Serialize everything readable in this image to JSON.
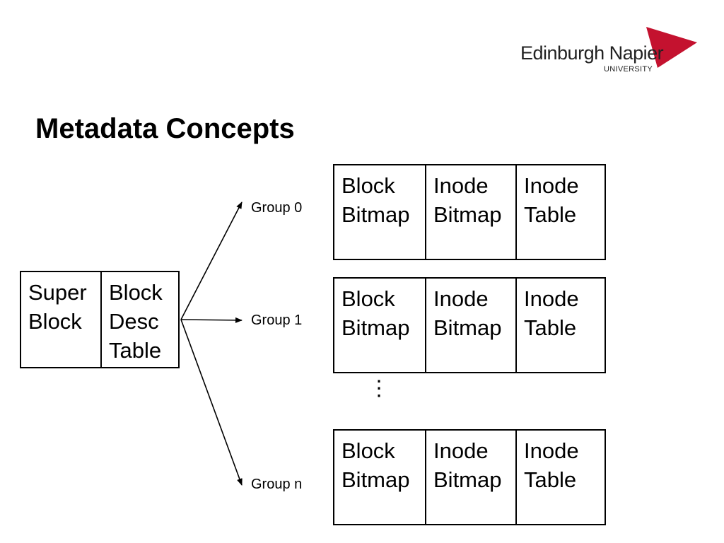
{
  "logo": {
    "name": "Edinburgh Napier",
    "subtitle": "UNIVERSITY",
    "flag_color": "#c4122f"
  },
  "title": "Metadata Concepts",
  "superblock_box": {
    "cells": [
      {
        "lines": [
          "Super",
          "Block"
        ]
      },
      {
        "lines": [
          "Block",
          "Desc",
          "Table"
        ]
      }
    ]
  },
  "groups": [
    {
      "label": "Group 0",
      "cells": [
        {
          "lines": [
            "Block",
            "Bitmap"
          ]
        },
        {
          "lines": [
            "Inode",
            "Bitmap"
          ]
        },
        {
          "lines": [
            "Inode",
            "Table"
          ]
        }
      ]
    },
    {
      "label": "Group 1",
      "cells": [
        {
          "lines": [
            "Block",
            "Bitmap"
          ]
        },
        {
          "lines": [
            "Inode",
            "Bitmap"
          ]
        },
        {
          "lines": [
            "Inode",
            "Table"
          ]
        }
      ]
    },
    {
      "label": "Group n",
      "cells": [
        {
          "lines": [
            "Block",
            "Bitmap"
          ]
        },
        {
          "lines": [
            "Inode",
            "Bitmap"
          ]
        },
        {
          "lines": [
            "Inode",
            "Table"
          ]
        }
      ]
    }
  ],
  "ellipsis": "⋮"
}
